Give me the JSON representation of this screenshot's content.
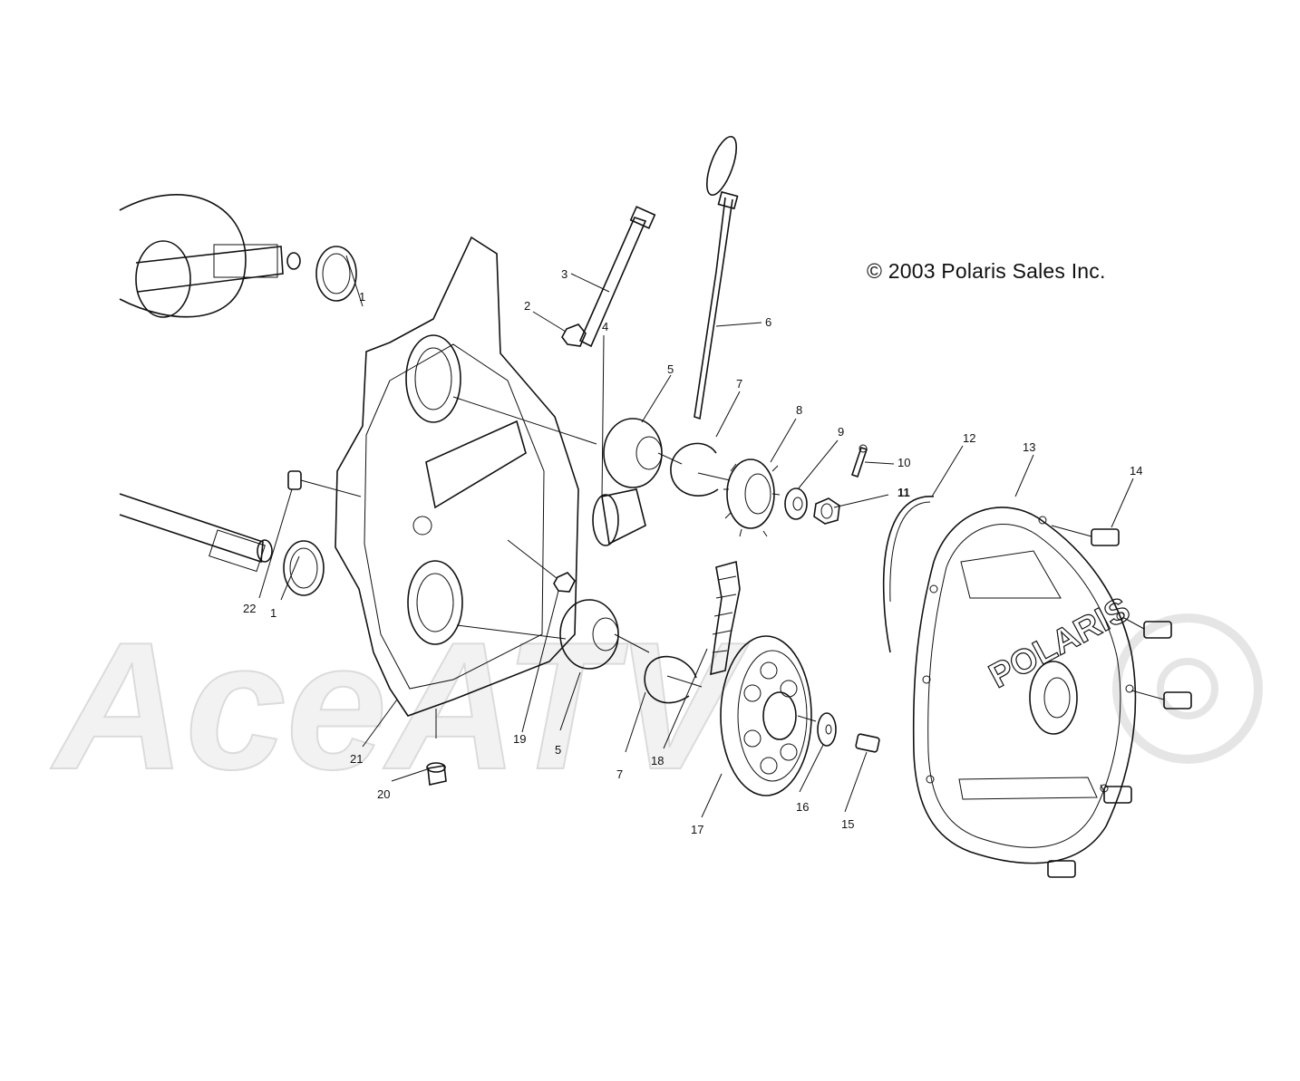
{
  "copyright": "© 2003 Polaris Sales Inc.",
  "cover_logo": "POLARIS",
  "watermark": "AceATV",
  "callouts": [
    {
      "id": "c1a",
      "label": "1"
    },
    {
      "id": "c1b",
      "label": "1"
    },
    {
      "id": "c2",
      "label": "2"
    },
    {
      "id": "c3",
      "label": "3"
    },
    {
      "id": "c4",
      "label": "4"
    },
    {
      "id": "c5a",
      "label": "5"
    },
    {
      "id": "c5b",
      "label": "5"
    },
    {
      "id": "c6",
      "label": "6"
    },
    {
      "id": "c7a",
      "label": "7"
    },
    {
      "id": "c7b",
      "label": "7"
    },
    {
      "id": "c8",
      "label": "8"
    },
    {
      "id": "c9",
      "label": "9"
    },
    {
      "id": "c10",
      "label": "10"
    },
    {
      "id": "c11",
      "label": "11"
    },
    {
      "id": "c12",
      "label": "12"
    },
    {
      "id": "c13",
      "label": "13"
    },
    {
      "id": "c14",
      "label": "14"
    },
    {
      "id": "c15",
      "label": "15"
    },
    {
      "id": "c16",
      "label": "16"
    },
    {
      "id": "c17",
      "label": "17"
    },
    {
      "id": "c18",
      "label": "18"
    },
    {
      "id": "c19",
      "label": "19"
    },
    {
      "id": "c20",
      "label": "20"
    },
    {
      "id": "c21",
      "label": "21"
    },
    {
      "id": "c22",
      "label": "22"
    }
  ]
}
